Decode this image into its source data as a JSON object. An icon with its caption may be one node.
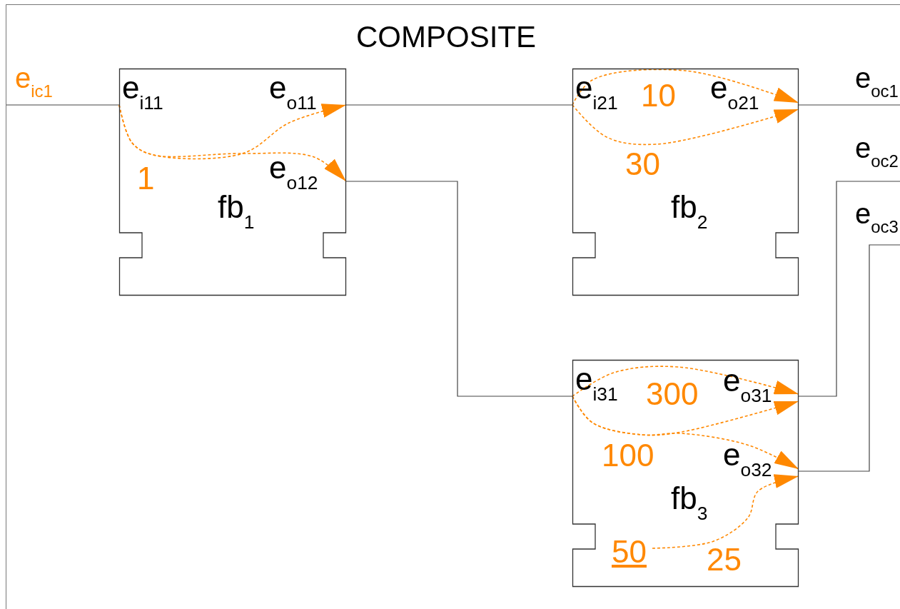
{
  "diagram": {
    "nodes": [
      {
        "text": [
          "COMPOSITE"
        ]
      },
      {
        "text": [
          "e$_{ic1}$"
        ],
        "in": 0
      },
      {
        "text": [
          "fb$_{1}$"
        ],
        "in": 0
      },
      {
        "text": [
          "e$_{i11}$"
        ],
        "in": 2
      },
      {
        "text": [
          "e$_{o11}$"
        ],
        "in": 2
      },
      {
        "text": [
          "e$_{o12}$"
        ],
        "in": 2
      },
      {
        "text": [
          "fb$_{2}$"
        ],
        "in": 0
      },
      {
        "text": [
          "e$_{i21}$"
        ],
        "in": 6
      },
      {
        "text": [
          "e$_{o21}$"
        ],
        "in": 6
      },
      {
        "text": [
          "e$_{oc1}$"
        ],
        "in": 0
      },
      {
        "text": [
          "e$_{oc2}$"
        ],
        "in": 0
      },
      {
        "text": [
          "e$_{oc3}$"
        ],
        "in": 0
      },
      {
        "text": [
          "fb$_{3}$"
        ],
        "in": 0
      },
      {
        "text": [
          "e$_{i31}$"
        ],
        "in": 12
      },
      {
        "text": [
          "e$_{o31}$"
        ],
        "in": 12
      },
      {
        "text": [
          "e$_{o32}$"
        ],
        "in": 12
      },
      {
        "text": [
          "50"
        ],
        "in": 12
      }
    ],
    "edges": [
      {
        "from": 1,
        "to": 3,
        "arrow": "none",
        "color": "#444444"
      },
      {
        "from": 4,
        "to": 7,
        "arrow": "none",
        "color": "#444444"
      },
      {
        "from": 5,
        "to": 13,
        "arrow": "none",
        "color": "#444444"
      },
      {
        "from": 8,
        "to": 9,
        "arrow": "none",
        "color": "#444444"
      },
      {
        "from": 14,
        "to": 10,
        "arrow": "none",
        "color": "#444444"
      },
      {
        "from": 15,
        "to": 11,
        "arrow": "none",
        "color": "#444444"
      },
      {
        "from": 3,
        "to": 4,
        "arrow": "to",
        "label": "1",
        "style": "dashed"
      },
      {
        "from": 3,
        "to": 5,
        "arrow": "to",
        "style": "dashed"
      },
      {
        "from": 7,
        "to": 8,
        "arrow": "to",
        "label": "10",
        "style": "dashed"
      },
      {
        "from": 7,
        "to": 8,
        "arrow": "to",
        "label": "30",
        "style": "dashed"
      },
      {
        "from": 13,
        "to": 14,
        "arrow": "to",
        "label": "300",
        "style": "dashed"
      },
      {
        "from": 13,
        "to": 14,
        "arrow": "to",
        "label": "100",
        "style": "dashed"
      },
      {
        "from": 13,
        "to": 15,
        "arrow": "to",
        "style": "dashed"
      },
      {
        "from": 16,
        "to": 15,
        "arrow": "to",
        "label": "25",
        "style": "dashed"
      }
    ]
  }
}
